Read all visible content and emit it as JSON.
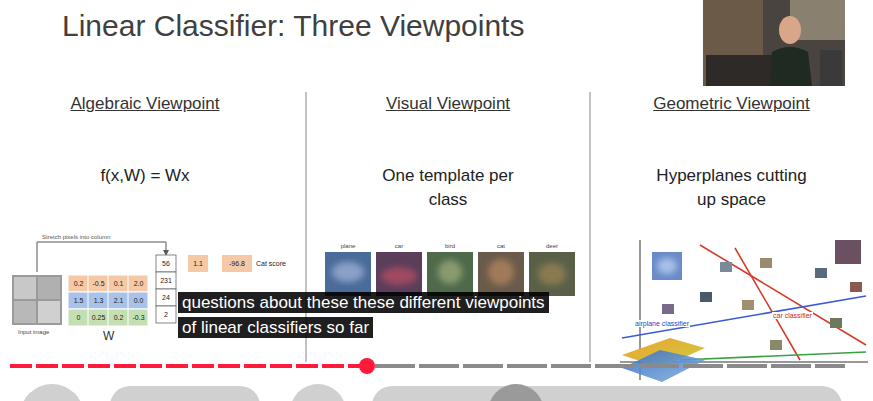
{
  "diagram": {
    "title": "Linear Classifier: Three Viewpoints",
    "caption": "questions about these these different viewpoints of linear classifiers so far",
    "nodes": [
      {
        "text": [
          "Algebraic Viewpoint",
          "f(x,W) = Wx"
        ]
      },
      {
        "text": [
          "Visual Viewpoint",
          "One template per class"
        ]
      },
      {
        "text": [
          "Geometric Viewpoint",
          "Hyperplanes cutting up space"
        ]
      }
    ],
    "labels": [
      "Stretch pixels into column",
      "Input image",
      "0.2",
      "-0.5",
      "0.1",
      "2.0",
      "1.5",
      "1.3",
      "2.1",
      "0.0",
      "0",
      "0.25",
      "0.2",
      "-0.3",
      "56",
      "231",
      "24",
      "2",
      "W",
      "1.1",
      "-96.8",
      "Cat score",
      "plane",
      "car",
      "bird",
      "cat",
      "deer",
      "car classifier",
      "airplane classifier"
    ]
  }
}
